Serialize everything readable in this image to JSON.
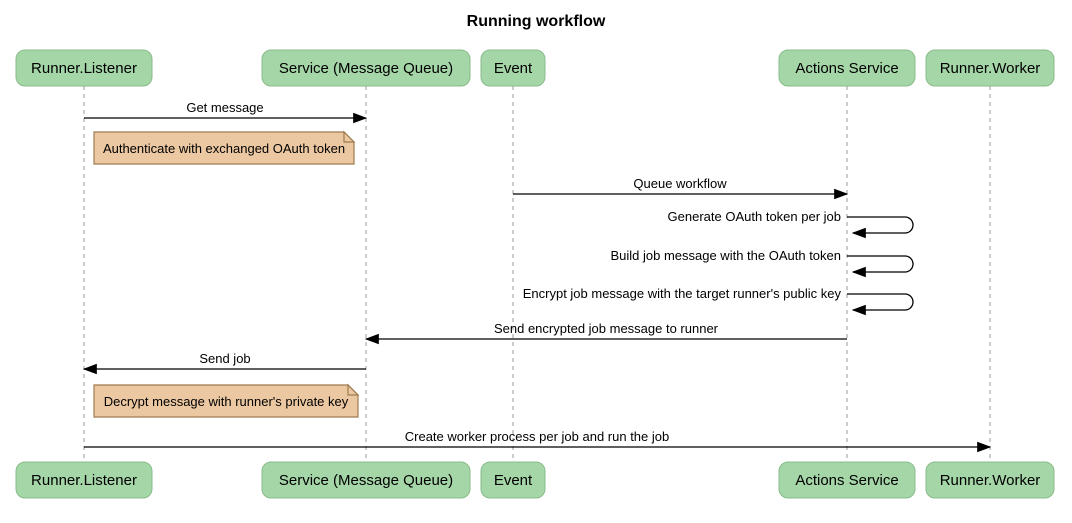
{
  "title": "Running workflow",
  "diagram_type": "sequence",
  "colors": {
    "participant_fill": "#a5d6a7",
    "participant_border": "#88bb8b",
    "note_fill": "#ebc8a1",
    "note_border": "#9e7b4f",
    "lifeline": "#999999",
    "arrow": "#000000",
    "text": "#000000",
    "background": "#ffffff"
  },
  "participants": [
    {
      "label": "Runner.Listener"
    },
    {
      "label": "Service (Message Queue)"
    },
    {
      "label": "Event"
    },
    {
      "label": "Actions Service"
    },
    {
      "label": "Runner.Worker"
    }
  ],
  "messages": [
    {
      "kind": "arrow",
      "from": "Runner.Listener",
      "to": "Service (Message Queue)",
      "label": "Get message"
    },
    {
      "kind": "arrow",
      "from": "Event",
      "to": "Actions Service",
      "label": "Queue workflow"
    },
    {
      "kind": "self",
      "on": "Actions Service",
      "label": "Generate OAuth token per job"
    },
    {
      "kind": "self",
      "on": "Actions Service",
      "label": "Build job message with the OAuth token"
    },
    {
      "kind": "self",
      "on": "Actions Service",
      "label": "Encrypt job message with the target runner's public key"
    },
    {
      "kind": "arrow",
      "from": "Actions Service",
      "to": "Service (Message Queue)",
      "label": "Send encrypted job message to runner"
    },
    {
      "kind": "arrow",
      "from": "Service (Message Queue)",
      "to": "Runner.Listener",
      "label": "Send job"
    },
    {
      "kind": "arrow",
      "from": "Runner.Listener",
      "to": "Runner.Worker",
      "label": "Create worker process per job and run the job"
    }
  ],
  "notes": [
    {
      "label": "Authenticate with exchanged OAuth token",
      "near": "Runner.Listener"
    },
    {
      "label": "Decrypt message with runner's private key",
      "near": "Runner.Listener"
    }
  ]
}
